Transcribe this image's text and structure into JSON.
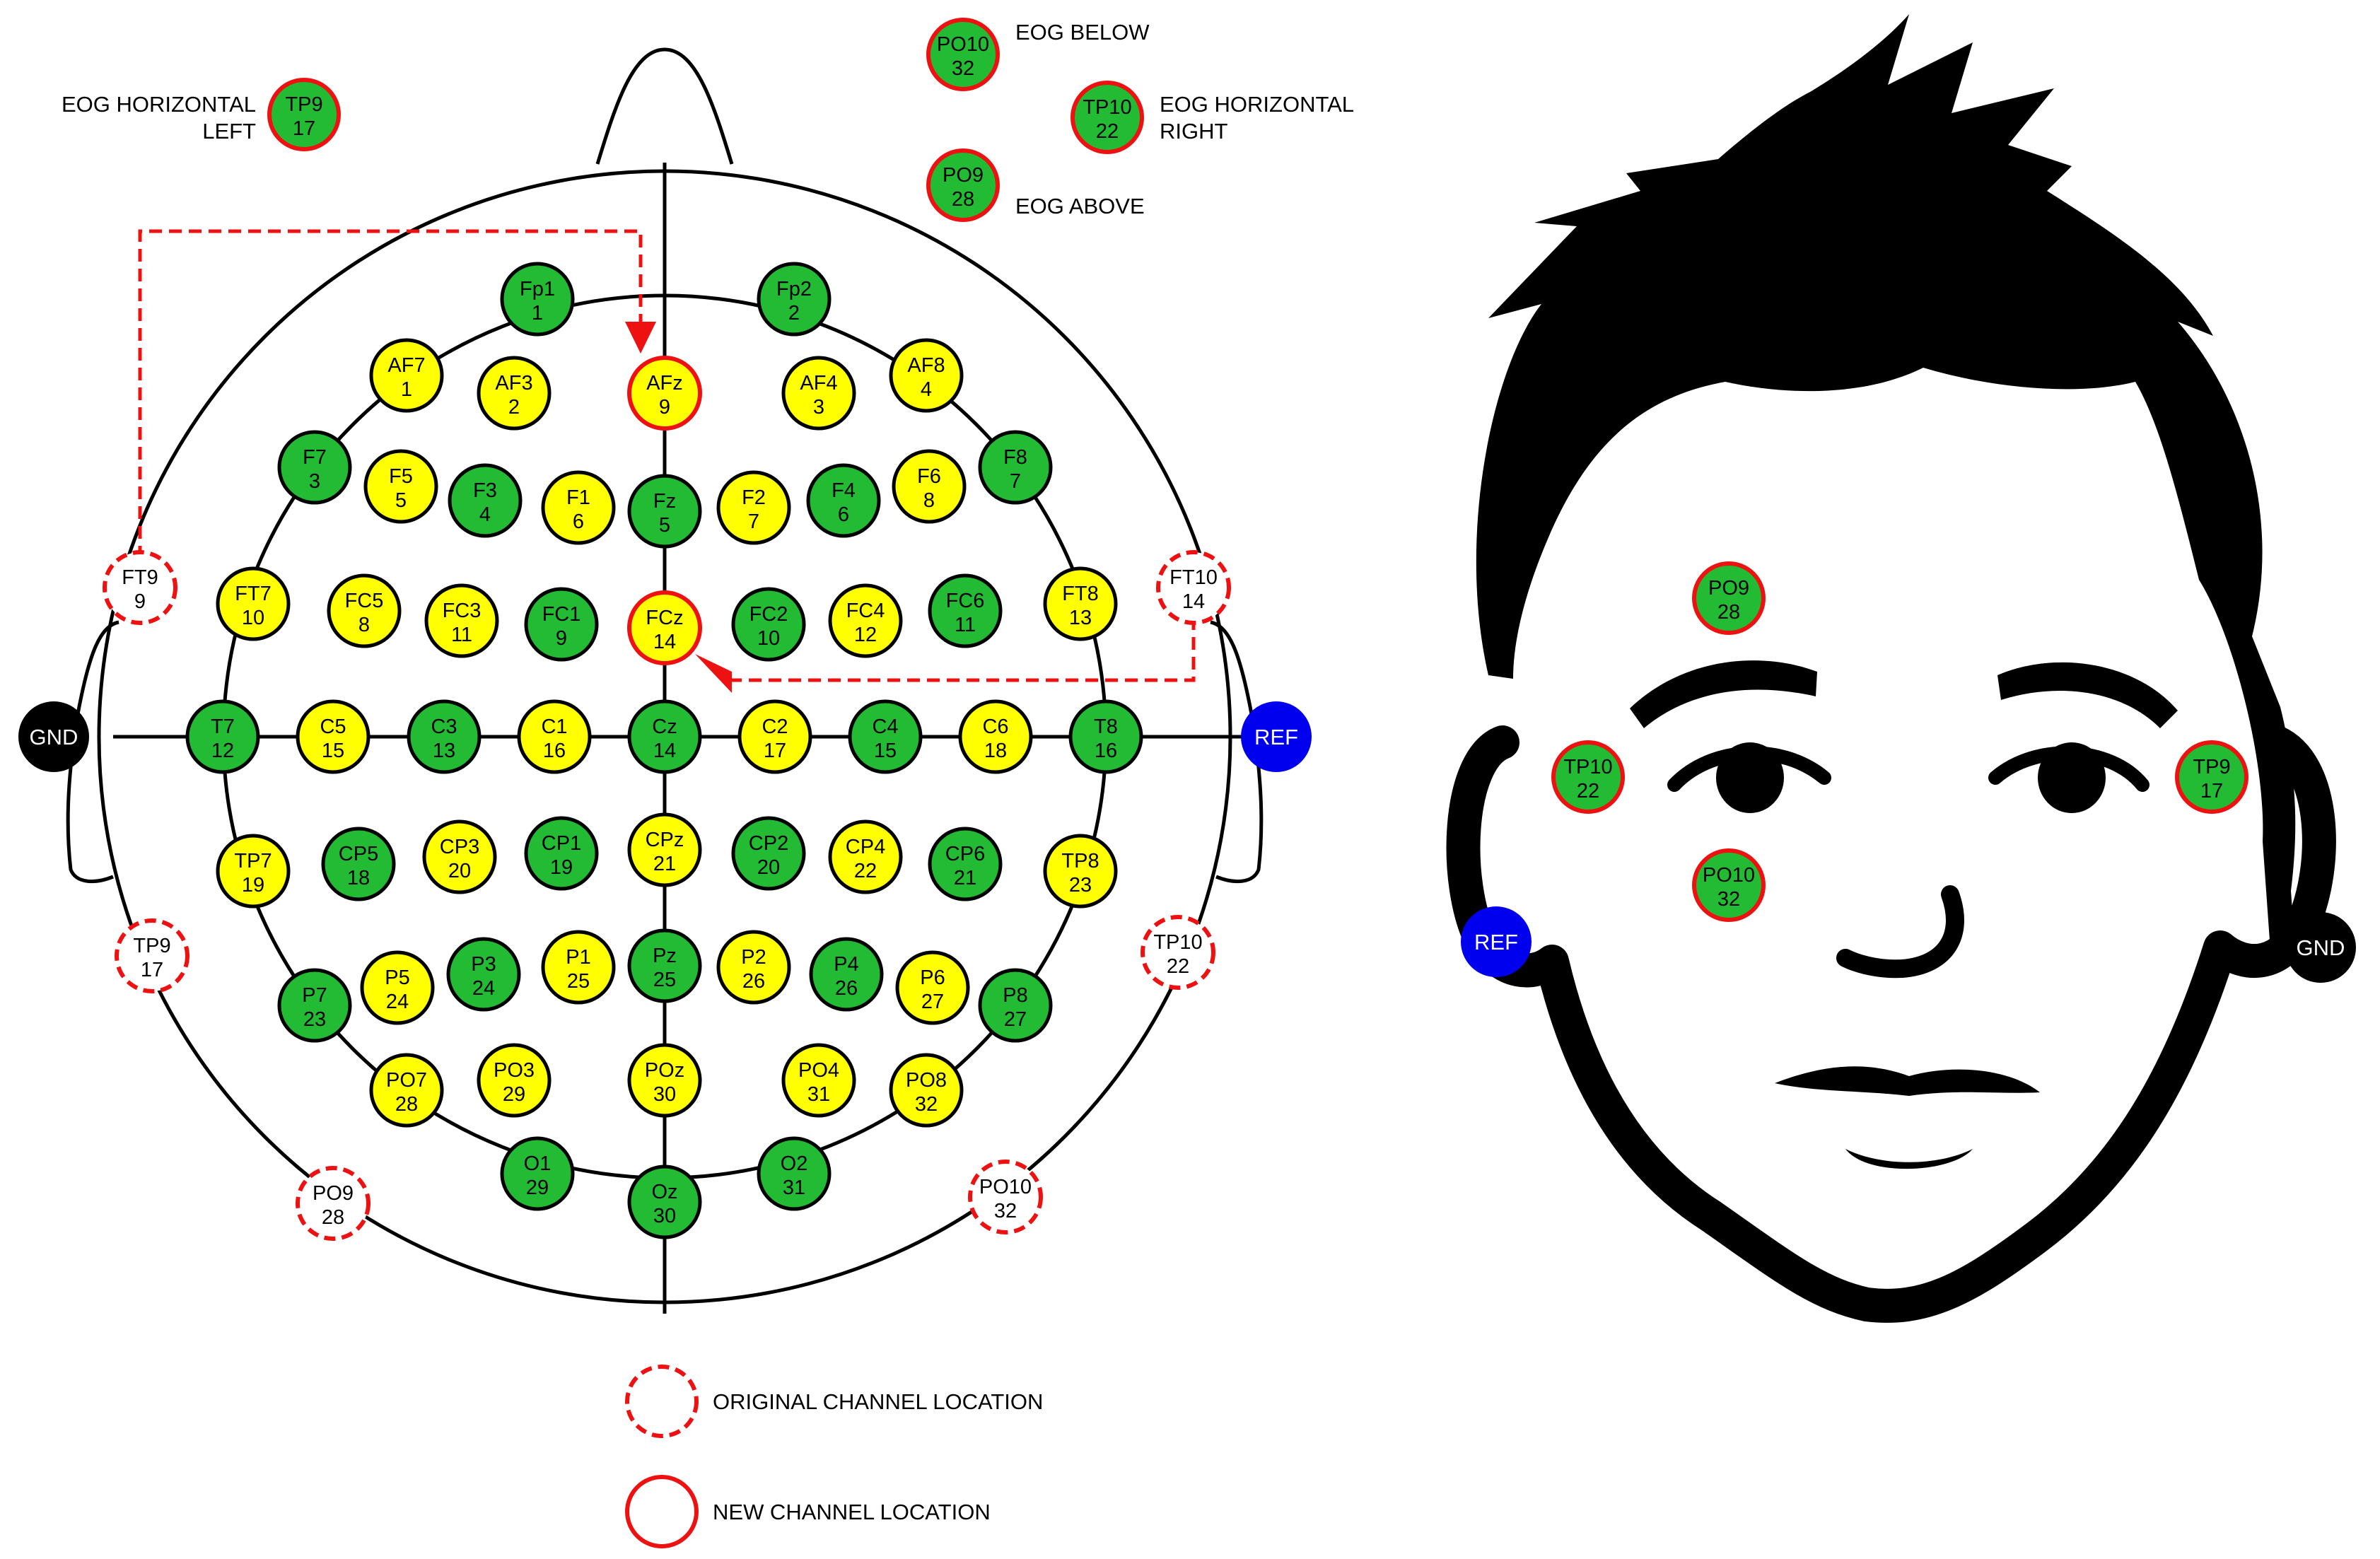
{
  "colors": {
    "green": "#22bb33",
    "yellow": "#ffff00",
    "red": "#ee1111",
    "ref_blue": "#0000ee",
    "gnd_black": "#000000",
    "line": "#000000"
  },
  "head_map": {
    "electrodes": [
      {
        "label": "Fp1",
        "num": "1",
        "color": "green"
      },
      {
        "label": "Fp2",
        "num": "2",
        "color": "green"
      },
      {
        "label": "AF7",
        "num": "1",
        "color": "yellow"
      },
      {
        "label": "AF3",
        "num": "2",
        "color": "yellow"
      },
      {
        "label": "AFz",
        "num": "9",
        "color": "yellow",
        "ring": "new"
      },
      {
        "label": "AF4",
        "num": "3",
        "color": "yellow"
      },
      {
        "label": "AF8",
        "num": "4",
        "color": "yellow"
      },
      {
        "label": "F7",
        "num": "3",
        "color": "green"
      },
      {
        "label": "F5",
        "num": "5",
        "color": "yellow"
      },
      {
        "label": "F3",
        "num": "4",
        "color": "green"
      },
      {
        "label": "F1",
        "num": "6",
        "color": "yellow"
      },
      {
        "label": "Fz",
        "num": "5",
        "color": "green"
      },
      {
        "label": "F2",
        "num": "7",
        "color": "yellow"
      },
      {
        "label": "F4",
        "num": "6",
        "color": "green"
      },
      {
        "label": "F6",
        "num": "8",
        "color": "yellow"
      },
      {
        "label": "F8",
        "num": "7",
        "color": "green"
      },
      {
        "label": "FT9",
        "num": "9",
        "color": "white",
        "ring": "original"
      },
      {
        "label": "FT7",
        "num": "10",
        "color": "yellow"
      },
      {
        "label": "FC5",
        "num": "8",
        "color": "yellow"
      },
      {
        "label": "FC3",
        "num": "11",
        "color": "yellow"
      },
      {
        "label": "FC1",
        "num": "9",
        "color": "green"
      },
      {
        "label": "FCz",
        "num": "14",
        "color": "yellow",
        "ring": "new"
      },
      {
        "label": "FC2",
        "num": "10",
        "color": "green"
      },
      {
        "label": "FC4",
        "num": "12",
        "color": "yellow"
      },
      {
        "label": "FC6",
        "num": "11",
        "color": "green"
      },
      {
        "label": "FT8",
        "num": "13",
        "color": "yellow"
      },
      {
        "label": "FT10",
        "num": "14",
        "color": "white",
        "ring": "original"
      },
      {
        "label": "T7",
        "num": "12",
        "color": "green"
      },
      {
        "label": "C5",
        "num": "15",
        "color": "yellow"
      },
      {
        "label": "C3",
        "num": "13",
        "color": "green"
      },
      {
        "label": "C1",
        "num": "16",
        "color": "yellow"
      },
      {
        "label": "Cz",
        "num": "14",
        "color": "green"
      },
      {
        "label": "C2",
        "num": "17",
        "color": "yellow"
      },
      {
        "label": "C4",
        "num": "15",
        "color": "green"
      },
      {
        "label": "C6",
        "num": "18",
        "color": "yellow"
      },
      {
        "label": "T8",
        "num": "16",
        "color": "green"
      },
      {
        "label": "TP7",
        "num": "19",
        "color": "yellow"
      },
      {
        "label": "CP5",
        "num": "18",
        "color": "green"
      },
      {
        "label": "CP3",
        "num": "20",
        "color": "yellow"
      },
      {
        "label": "CP1",
        "num": "19",
        "color": "green"
      },
      {
        "label": "CPz",
        "num": "21",
        "color": "yellow"
      },
      {
        "label": "CP2",
        "num": "20",
        "color": "green"
      },
      {
        "label": "CP4",
        "num": "22",
        "color": "yellow"
      },
      {
        "label": "CP6",
        "num": "21",
        "color": "green"
      },
      {
        "label": "TP8",
        "num": "23",
        "color": "yellow"
      },
      {
        "label": "TP9",
        "num": "17",
        "color": "white",
        "ring": "original"
      },
      {
        "label": "TP10",
        "num": "22",
        "color": "white",
        "ring": "original"
      },
      {
        "label": "P7",
        "num": "23",
        "color": "green"
      },
      {
        "label": "P5",
        "num": "24",
        "color": "yellow"
      },
      {
        "label": "P3",
        "num": "24",
        "color": "green"
      },
      {
        "label": "P1",
        "num": "25",
        "color": "yellow"
      },
      {
        "label": "Pz",
        "num": "25",
        "color": "green"
      },
      {
        "label": "P2",
        "num": "26",
        "color": "yellow"
      },
      {
        "label": "P4",
        "num": "26",
        "color": "green"
      },
      {
        "label": "P6",
        "num": "27",
        "color": "yellow"
      },
      {
        "label": "P8",
        "num": "27",
        "color": "green"
      },
      {
        "label": "PO7",
        "num": "28",
        "color": "yellow"
      },
      {
        "label": "PO3",
        "num": "29",
        "color": "yellow"
      },
      {
        "label": "POz",
        "num": "30",
        "color": "yellow"
      },
      {
        "label": "PO4",
        "num": "31",
        "color": "yellow"
      },
      {
        "label": "PO8",
        "num": "32",
        "color": "yellow"
      },
      {
        "label": "PO9",
        "num": "28",
        "color": "white",
        "ring": "original"
      },
      {
        "label": "O1",
        "num": "29",
        "color": "green"
      },
      {
        "label": "Oz",
        "num": "30",
        "color": "green"
      },
      {
        "label": "O2",
        "num": "31",
        "color": "green"
      },
      {
        "label": "PO10",
        "num": "32",
        "color": "white",
        "ring": "original"
      }
    ],
    "gnd_label": "GND",
    "ref_label": "REF"
  },
  "eog": {
    "tp9": {
      "label": "TP9",
      "num": "17"
    },
    "po10": {
      "label": "PO10",
      "num": "32"
    },
    "tp10": {
      "label": "TP10",
      "num": "22"
    },
    "po9": {
      "label": "PO9",
      "num": "28"
    },
    "left_line1": "EOG HORIZONTAL",
    "left_line2": "LEFT",
    "below": "EOG BELOW",
    "right_line1": "EOG HORIZONTAL",
    "right_line2": "RIGHT",
    "above": "EOG ABOVE"
  },
  "legend": {
    "original": "ORIGINAL CHANNEL LOCATION",
    "new": "NEW CHANNEL LOCATION"
  },
  "face": {
    "po9": {
      "label": "PO9",
      "num": "28"
    },
    "tp10": {
      "label": "TP10",
      "num": "22"
    },
    "tp9": {
      "label": "TP9",
      "num": "17"
    },
    "po10": {
      "label": "PO10",
      "num": "32"
    },
    "ref_label": "REF",
    "gnd_label": "GND"
  }
}
